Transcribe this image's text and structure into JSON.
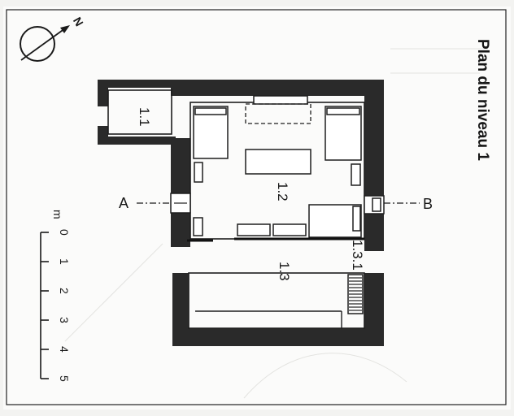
{
  "title": "Plan du niveau 1",
  "rooms": {
    "r11": "1.1",
    "r12": "1.2",
    "r13": "1.3",
    "r131": "1.3.1"
  },
  "section_marks": {
    "a": "A",
    "b": "B"
  },
  "compass": {
    "north": "N"
  },
  "scale": {
    "unit": "m",
    "ticks": [
      "0",
      "1",
      "2",
      "3",
      "4",
      "5"
    ]
  },
  "colors": {
    "paper": "#fbfbfa",
    "ink": "#1a1a1a"
  }
}
